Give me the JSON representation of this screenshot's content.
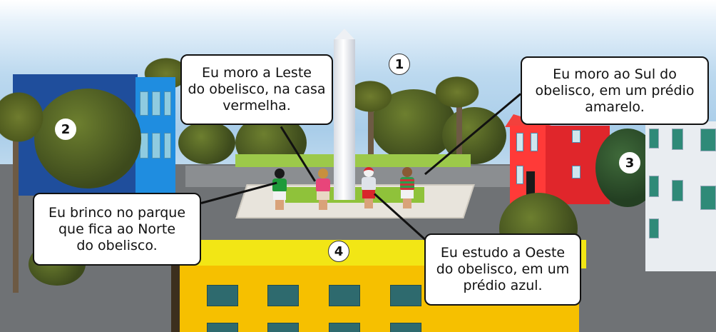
{
  "scene": {
    "description": "Cartoon city square with an obelisk and four children pointing to places",
    "colors": {
      "sky": "#a9cde9",
      "blue_building": "#1f4e9c",
      "red_house": "#e0262b",
      "yellow_building": "#f6c000",
      "white_building": "#e9edf1",
      "tree_green": "#4e5a1e"
    }
  },
  "markers": [
    {
      "id": "1",
      "label": "1"
    },
    {
      "id": "2",
      "label": "2"
    },
    {
      "id": "3",
      "label": "3"
    },
    {
      "id": "4",
      "label": "4"
    }
  ],
  "bubbles": {
    "east": {
      "lines": [
        "Eu moro a Leste",
        "do obelisco, na casa",
        "vermelha."
      ]
    },
    "south": {
      "lines": [
        "Eu moro ao Sul do",
        "obelisco, em um prédio",
        "amarelo."
      ]
    },
    "north": {
      "lines": [
        "Eu brinco no parque",
        "que fica ao Norte",
        "do obelisco."
      ]
    },
    "west": {
      "lines": [
        "Eu estudo a Oeste",
        "do obelisco, em um",
        "prédio azul."
      ]
    }
  },
  "children": [
    {
      "name": "kid-green-shirt",
      "shirt": "#1f9a3a",
      "shorts": "#f2f2f2",
      "hair": "#1a1a1a"
    },
    {
      "name": "kid-pink-shirt",
      "shirt": "#e8457a",
      "shorts": "#e9d7c4",
      "hair": "#c8903e"
    },
    {
      "name": "kid-cap-red-shorts",
      "shirt": "#dfe3ea",
      "shorts": "#d9262b",
      "hair": "#ffffff"
    },
    {
      "name": "kid-striped-shirt",
      "shirt": "#2f9a4a",
      "shorts": "#f2f2f2",
      "hair": "#8a5a34"
    }
  ]
}
